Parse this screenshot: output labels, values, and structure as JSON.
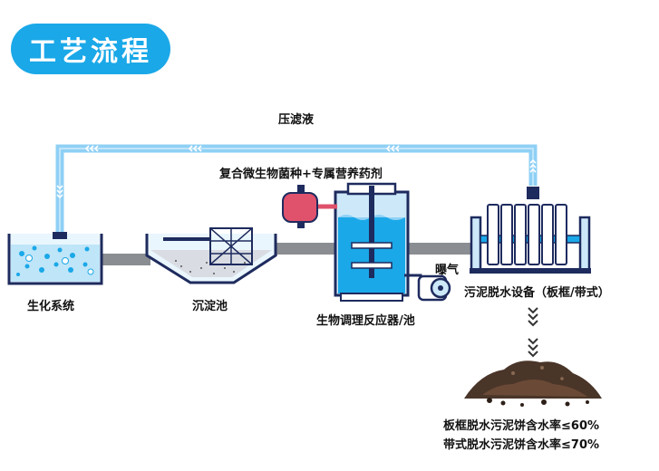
{
  "title": "工艺流程",
  "labels": {
    "filtrate": "压滤液",
    "dosing": "复合微生物菌种+专属营养药剂",
    "aeration": "曝气",
    "bio_system": "生化系统",
    "settling_tank": "沉淀池",
    "bio_reactor": "生物调理反应器/池",
    "dewatering": "污泥脱水设备（板框/带式）"
  },
  "results": {
    "line1": "板框脱水污泥饼含水率≤60%",
    "line2": "带式脱水污泥饼含水率≤70%"
  },
  "colors": {
    "accent": "#1aa8e8",
    "pipe_light": "#8fd0f5",
    "pipe_gray": "#8a8d91",
    "outline": "#1e2b5e",
    "dosing_pink": "#e0516c",
    "sludge_brown": "#4a3529"
  }
}
